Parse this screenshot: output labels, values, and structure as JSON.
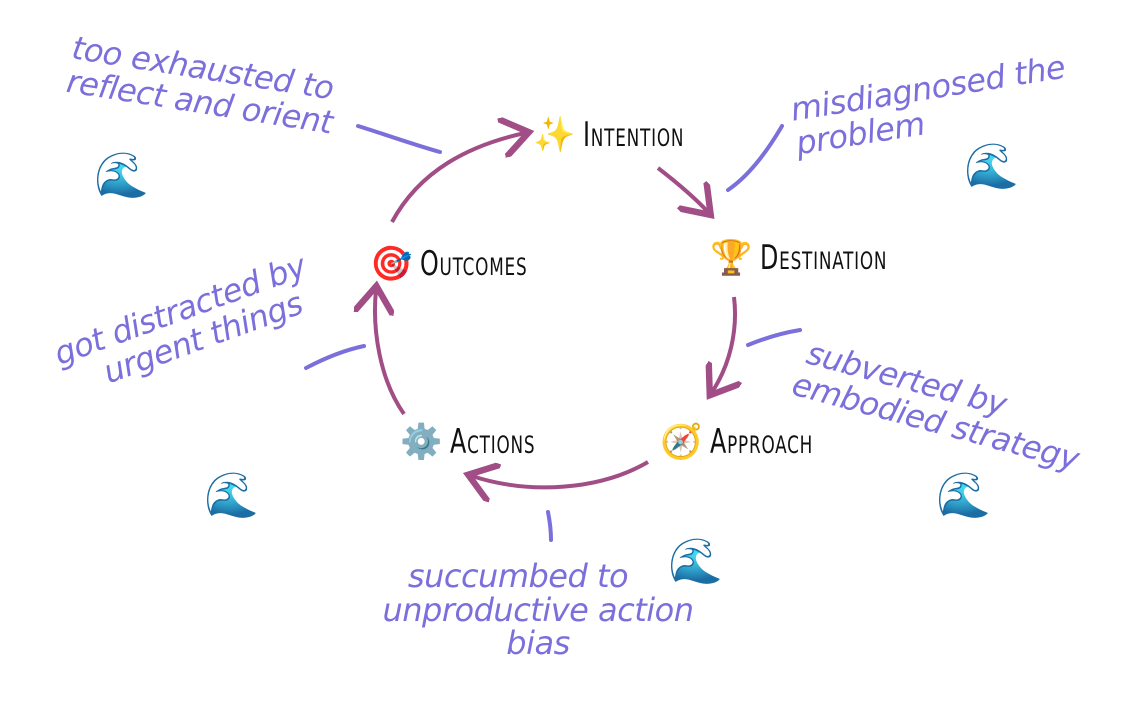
{
  "colors": {
    "arrow": "#a14d86",
    "note": "#7b6fdc",
    "connector": "#7b6fdc",
    "label": "#111111"
  },
  "nodes": {
    "intention": {
      "icon": "sparkles-icon",
      "emoji": "✨",
      "label": "Intention"
    },
    "destination": {
      "icon": "trophy-icon",
      "emoji": "🏆",
      "label": "Destination"
    },
    "approach": {
      "icon": "compass-icon",
      "emoji": "🧭",
      "label": "Approach"
    },
    "actions": {
      "icon": "gear-icon",
      "emoji": "⚙️",
      "label": "Actions"
    },
    "outcomes": {
      "icon": "dart-target-icon",
      "emoji": "🎯",
      "label": "Outcomes"
    }
  },
  "notes": {
    "exhausted": {
      "lines": [
        "too exhausted to",
        "reflect and orient"
      ]
    },
    "misdiagnosed": {
      "lines": [
        "misdiagnosed the",
        "problem"
      ]
    },
    "subverted": {
      "lines": [
        "subverted by",
        "embodied strategy"
      ]
    },
    "succumbed": {
      "lines": [
        "succumbed to",
        "unproductive action bias"
      ]
    },
    "distracted": {
      "lines": [
        "got distracted by",
        "urgent things"
      ]
    }
  },
  "wave_icon": {
    "icon": "wave-icon",
    "emoji": "🌊"
  }
}
